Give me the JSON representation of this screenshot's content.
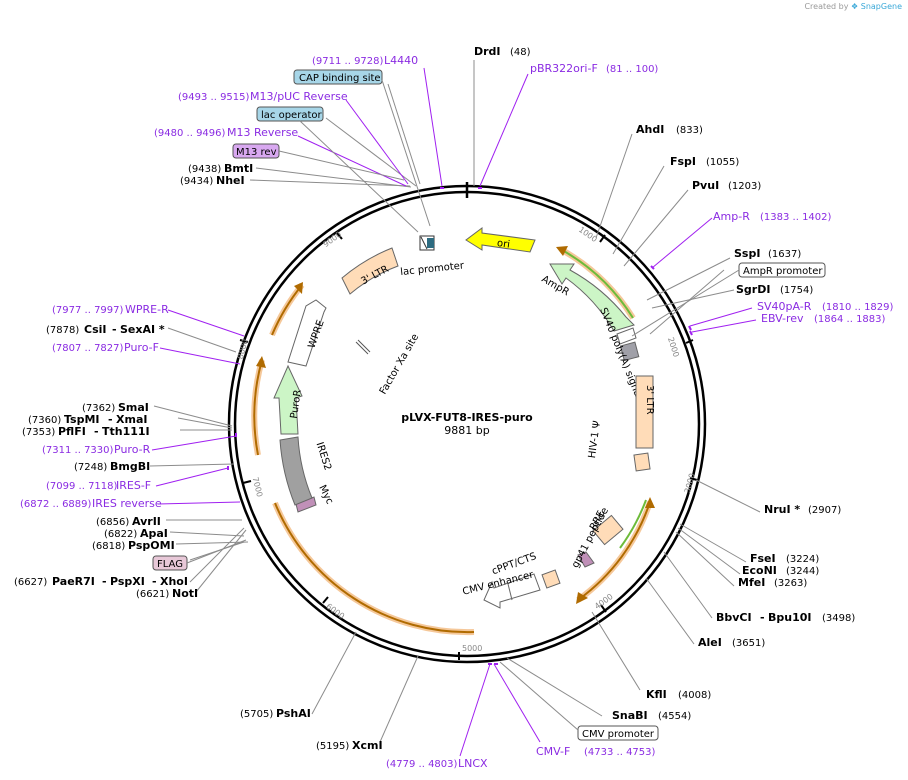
{
  "watermark": "Created by",
  "brand": "SnapGene",
  "plasmid": {
    "name": "pLVX-FUT8-IRES-puro",
    "size": "9881 bp"
  },
  "ticks": [
    "1000",
    "2000",
    "3000",
    "4000",
    "5000",
    "6000",
    "7000",
    "8000",
    "9000"
  ],
  "sites": [
    {
      "name": "DrdI",
      "pos": "(48)"
    },
    {
      "name": "AhdI",
      "pos": "(833)"
    },
    {
      "name": "FspI",
      "pos": "(1055)"
    },
    {
      "name": "PvuI",
      "pos": "(1203)"
    },
    {
      "name": "SspI",
      "pos": "(1637)"
    },
    {
      "name": "SgrDI",
      "pos": "(1754)"
    },
    {
      "name": "NruI *",
      "pos": "(2907)"
    },
    {
      "name": "FseI",
      "pos": "(3224)"
    },
    {
      "name": "EcoNI",
      "pos": "(3244)"
    },
    {
      "name": "MfeI",
      "pos": "(3263)"
    },
    {
      "name": "BbvCI",
      "name2": "Bpu10I",
      "pos": "(3498)"
    },
    {
      "name": "AleI",
      "pos": "(3651)"
    },
    {
      "name": "KflI",
      "pos": "(4008)"
    },
    {
      "name": "SnaBI",
      "pos": "(4554)"
    },
    {
      "name": "PshAI",
      "pos": "(5705)"
    },
    {
      "name": "XcmI",
      "pos": "(5195)"
    },
    {
      "name": "PaeR7I",
      "name2": "PspXI",
      "name3": "XhoI",
      "pos": "(6627)"
    },
    {
      "name": "NotI",
      "pos": "(6621)"
    },
    {
      "name": "PspOMI",
      "pos": "(6818)"
    },
    {
      "name": "ApaI",
      "pos": "(6822)"
    },
    {
      "name": "AvrII",
      "pos": "(6856)"
    },
    {
      "name": "BmgBI",
      "pos": "(7248)"
    },
    {
      "name": "PflFI",
      "name2": "Tth111I",
      "pos": "(7353)"
    },
    {
      "name": "TspMI",
      "name2": "XmaI",
      "pos": "(7360)"
    },
    {
      "name": "SmaI",
      "pos": "(7362)"
    },
    {
      "name": "CsiI",
      "name2": "SexAI *",
      "pos": "(7878)"
    },
    {
      "name": "NheI",
      "pos": "(9434)"
    },
    {
      "name": "BmtI",
      "pos": "(9438)"
    }
  ],
  "primers": [
    {
      "name": "L4440",
      "range": "(9711 .. 9728)"
    },
    {
      "name": "pBR322ori-F",
      "range": "(81 .. 100)"
    },
    {
      "name": "M13/pUC Reverse",
      "range": "(9493 .. 9515)"
    },
    {
      "name": "M13 Reverse",
      "range": "(9480 .. 9496)"
    },
    {
      "name": "Amp-R",
      "range": "(1383 .. 1402)"
    },
    {
      "name": "SV40pA-R",
      "range": "(1810 .. 1829)"
    },
    {
      "name": "EBV-rev",
      "range": "(1864 .. 1883)"
    },
    {
      "name": "WPRE-R",
      "range": "(7977 .. 7997)"
    },
    {
      "name": "Puro-F",
      "range": "(7807 .. 7827)"
    },
    {
      "name": "Puro-R",
      "range": "(7311 .. 7330)"
    },
    {
      "name": "IRES-F",
      "range": "(7099 .. 7118)"
    },
    {
      "name": "IRES reverse",
      "range": "(6872 .. 6889)"
    },
    {
      "name": "LNCX",
      "range": "(4779 .. 4803)"
    },
    {
      "name": "CMV-F",
      "range": "(4733 .. 4753)"
    }
  ],
  "boxed": {
    "cap": "CAP binding site",
    "lacop": "lac operator",
    "m13rev": "M13 rev",
    "amppro": "AmpR promoter",
    "flag": "FLAG",
    "cmvpro": "CMV promoter"
  },
  "features": {
    "ori": "ori",
    "ampr": "AmpR",
    "sv40": "SV40 poly(A) signal",
    "ltr3r": "3' LTR",
    "hiv": "HIV-1 Ψ",
    "rre": "RRE",
    "gp41": "gp41 peptide",
    "cppt": "cPPT/CTS",
    "cmvenh": "CMV enhancer",
    "myc": "Myc",
    "ires": "IRES2",
    "puro": "PuroR",
    "wpre": "WPRE",
    "factorxa": "Factor Xa site",
    "ltr3l": "3' LTR",
    "lacpro": "lac promoter"
  },
  "colors": {
    "ori": "#ffff00",
    "ampr": "#ccf5c6",
    "ltr": "#ffdcb8",
    "puro": "#ccf5c6",
    "ires": "#a0a0a0",
    "primer": "#a020f0",
    "cap": "#a7d6e8",
    "lacop": "#a7d6e8",
    "m13": "#d8a8f0",
    "flag": "#e8c8d8",
    "orf_outline": "#f5c89a"
  }
}
